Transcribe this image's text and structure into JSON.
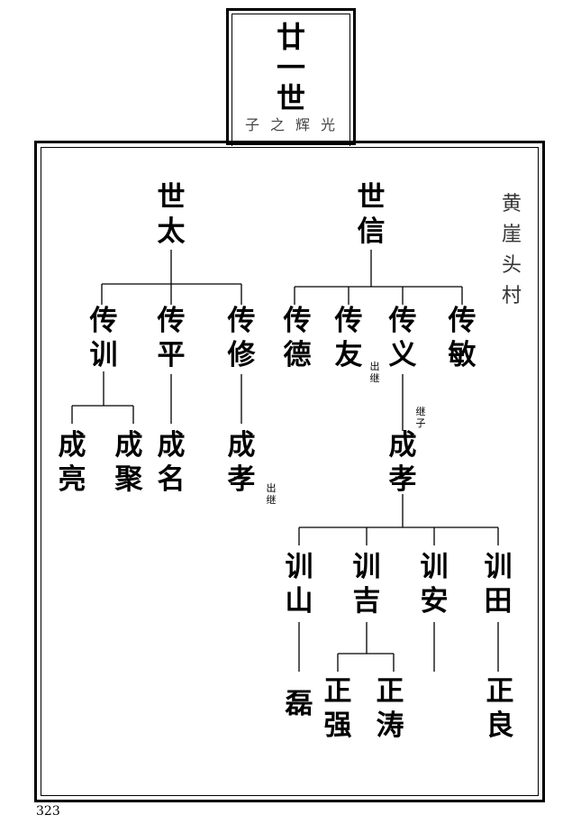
{
  "header": {
    "generation": "廿一世",
    "motto": "子之辉光"
  },
  "village": "黄崖头村",
  "tree": {
    "gen1": [
      "世太",
      "世信"
    ],
    "gen2": [
      "传训",
      "传平",
      "传修",
      "传德",
      "传友",
      "传义",
      "传敏"
    ],
    "gen3": [
      "成亮",
      "成聚",
      "成名",
      "成孝",
      "成孝"
    ],
    "gen4": [
      "训山",
      "训吉",
      "训安",
      "训田"
    ],
    "gen5": [
      "磊",
      "正强",
      "正涛",
      "正良"
    ]
  },
  "notes": {
    "youyou_out": "出继",
    "adopted": "继子",
    "xiao_out": "出继"
  },
  "page_number": "323"
}
